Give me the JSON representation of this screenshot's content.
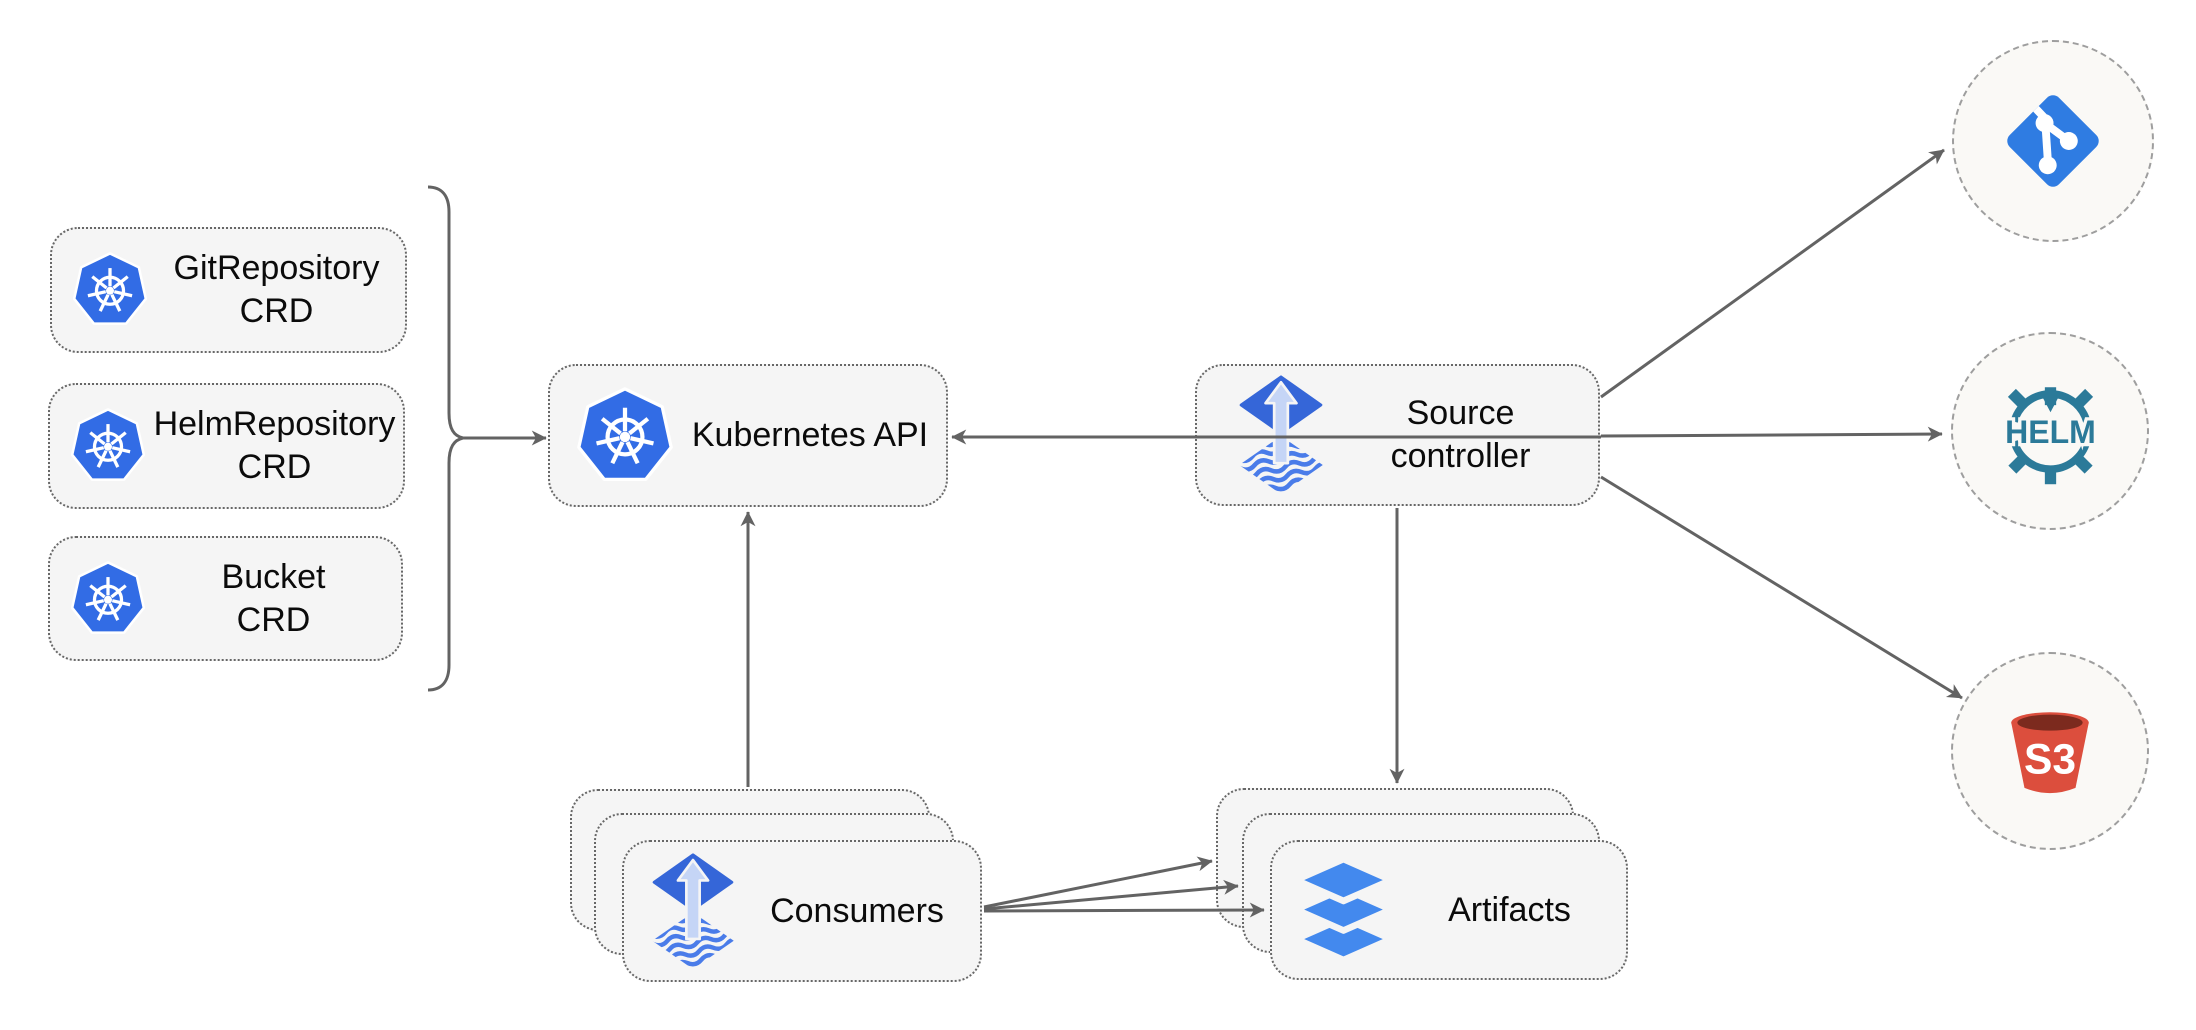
{
  "colors": {
    "background": "#ffffff",
    "node_fill": "#f5f5f5",
    "node_border": "#676767",
    "connector": "#636363",
    "endpoint_fill": "#faf9f6",
    "endpoint_border": "#9e9e9e",
    "kubernetes_blue": "#326ce5",
    "flux_blue": "#3566d8",
    "flux_arrow_light": "#c5d5f6",
    "flux_wave_blue": "#4a7ce9",
    "layers_blue": "#4389ee",
    "git_blue": "#2f7ce2",
    "helm_teal": "#2b7a99",
    "s3_red": "#dc4e3d",
    "s3_dark_red": "#7c2a1e",
    "label_text": "#0b0b0b"
  },
  "nodes": {
    "git_repository_crd": {
      "line1": "GitRepository",
      "line2": "CRD",
      "icon": "kubernetes-icon"
    },
    "helm_repository_crd": {
      "line1": "HelmRepository",
      "line2": "CRD",
      "icon": "kubernetes-icon"
    },
    "bucket_crd": {
      "line1": "Bucket",
      "line2": "CRD",
      "icon": "kubernetes-icon"
    },
    "kubernetes_api": {
      "label": "Kubernetes API",
      "icon": "kubernetes-icon"
    },
    "source_controller": {
      "line1": "Source",
      "line2": "controller",
      "icon": "flux-icon"
    },
    "consumers": {
      "label": "Consumers",
      "icon": "flux-icon",
      "stack_count": 3
    },
    "artifacts": {
      "label": "Artifacts",
      "icon": "layers-icon",
      "stack_count": 3
    },
    "git_endpoint": {
      "icon": "git-icon"
    },
    "helm_endpoint": {
      "icon": "helm-icon",
      "label": "HELM"
    },
    "s3_endpoint": {
      "icon": "s3-bucket-icon",
      "label": "S3"
    }
  },
  "groups": [
    {
      "name": "crd-brace-group",
      "members": [
        "git_repository_crd",
        "helm_repository_crd",
        "bucket_crd"
      ],
      "symbol": "curly-brace"
    }
  ],
  "edges": [
    {
      "from": "crd-brace-group",
      "to": "kubernetes_api",
      "style": "arrow"
    },
    {
      "from": "source_controller",
      "to": "kubernetes_api",
      "style": "arrow"
    },
    {
      "from": "source_controller",
      "to": "git_endpoint",
      "style": "arrow"
    },
    {
      "from": "source_controller",
      "to": "helm_endpoint",
      "style": "arrow"
    },
    {
      "from": "source_controller",
      "to": "s3_endpoint",
      "style": "arrow"
    },
    {
      "from": "source_controller",
      "to": "artifacts",
      "style": "arrow"
    },
    {
      "from": "consumers",
      "to": "kubernetes_api",
      "style": "arrow"
    },
    {
      "from": "consumers",
      "to": "artifacts",
      "style": "arrow",
      "count": 3
    }
  ]
}
